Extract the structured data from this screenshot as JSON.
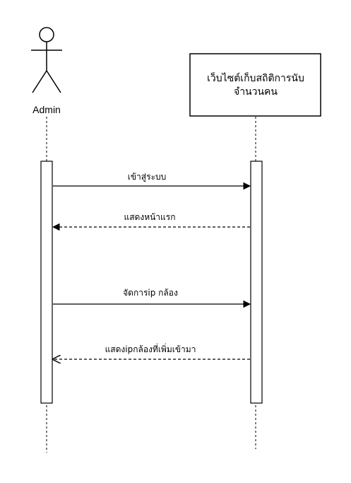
{
  "actor": {
    "label": "Admin"
  },
  "system": {
    "label_line1": "เว็บไซต์เก็บสถิติการนับ",
    "label_line2": "จำนวนคน"
  },
  "messages": [
    {
      "label": "เข้าสู่ระบบ",
      "direction": "to-system",
      "style": "solid"
    },
    {
      "label": "แสดงหน้าแรก",
      "direction": "to-actor",
      "style": "dashed",
      "arrowhead": "filled"
    },
    {
      "label": "จัดการip กล้อง",
      "direction": "to-system",
      "style": "solid"
    },
    {
      "label": "แสดงipกล้องที่เพิ่มเข้ามา",
      "direction": "to-actor",
      "style": "dashed",
      "arrowhead": "open"
    }
  ]
}
